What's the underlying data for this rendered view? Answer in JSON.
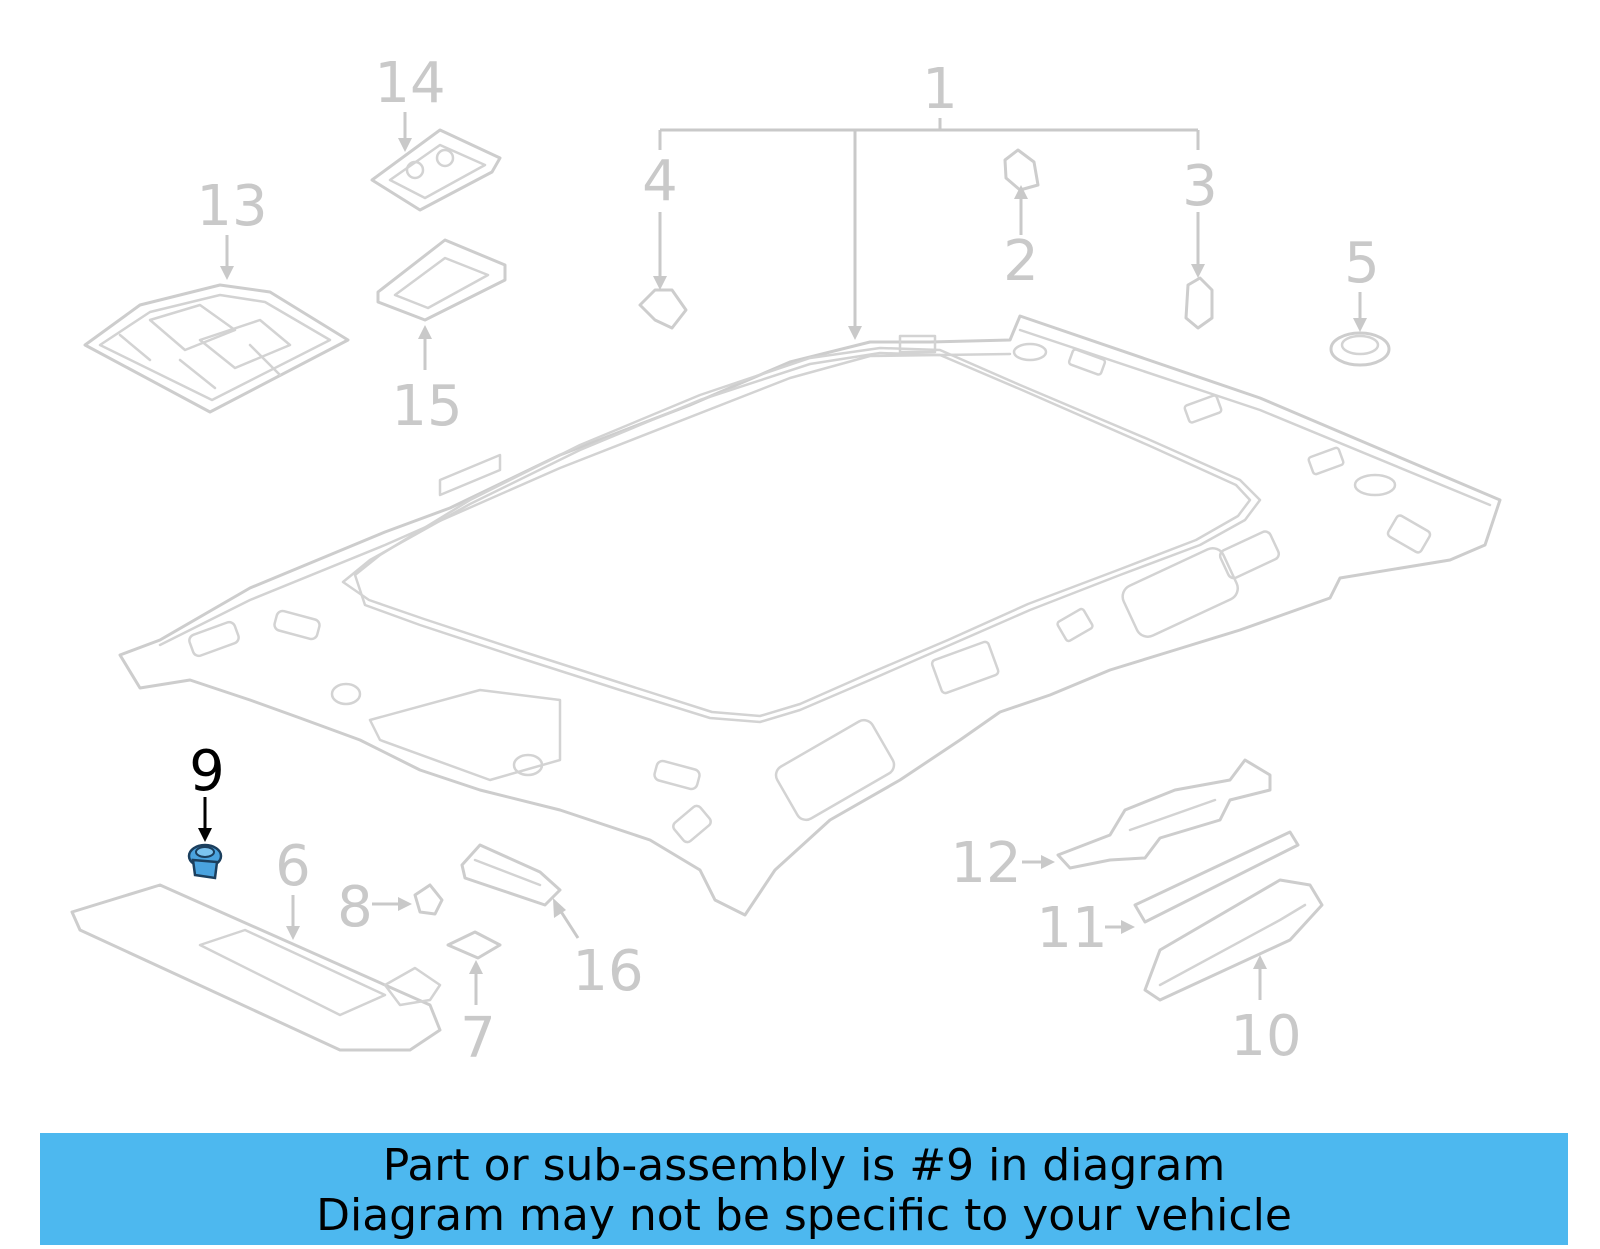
{
  "diagram": {
    "callouts": [
      "1",
      "2",
      "3",
      "4",
      "5",
      "6",
      "7",
      "8",
      "9",
      "10",
      "11",
      "12",
      "13",
      "14",
      "15",
      "16"
    ],
    "highlighted_callout": "9",
    "colors": {
      "part_stroke": "#cdcdcd",
      "label_gray": "#c9c9c9",
      "highlight_part": "#4aa3df",
      "banner": "#4db8ef"
    }
  },
  "banner": {
    "line1": "Part or sub-assembly is #9 in diagram",
    "line2": "Diagram may not be specific to your vehicle"
  }
}
